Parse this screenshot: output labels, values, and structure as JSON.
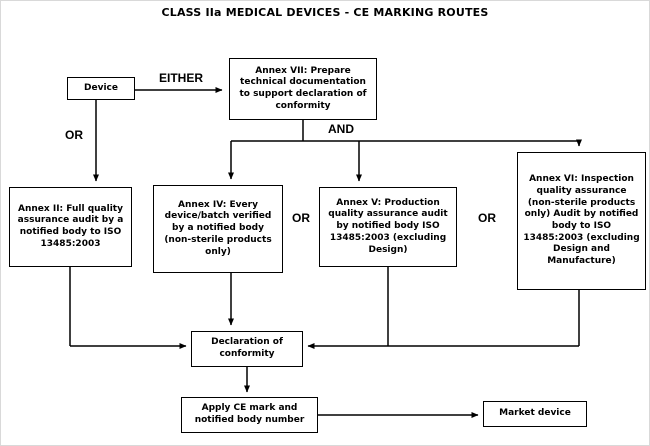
{
  "title": "CLASS IIa MEDICAL DEVICES - CE MARKING ROUTES",
  "nodes": {
    "device": {
      "label": "Device"
    },
    "annex7": {
      "label": "Annex VII: Prepare technical documentation to support declaration of conformity"
    },
    "annex2": {
      "label": "Annex II: Full quality assurance audit by a notified body to ISO 13485:2003"
    },
    "annex4": {
      "label": "Annex IV: Every device/batch verified by a notified body (non-sterile products only)"
    },
    "annex5": {
      "label": "Annex V: Production quality assurance audit by notified body ISO 13485:2003 (excluding Design)"
    },
    "annex6": {
      "label": "Annex VI: Inspection quality assurance (non-sterile products only) Audit by notified body to ISO 13485:2003 (excluding Design and Manufacture)"
    },
    "declaration": {
      "label": "Declaration of conformity"
    },
    "apply_ce": {
      "label": "Apply CE mark and notified body number"
    },
    "market": {
      "label": "Market device"
    }
  },
  "connectors": {
    "either": "EITHER",
    "or_left": "OR",
    "and": "AND",
    "or_mid1": "OR",
    "or_mid2": "OR"
  },
  "colors": {
    "line": "#000000",
    "box_border": "#000000",
    "box_fill": "#ffffff",
    "text": "#000000"
  }
}
